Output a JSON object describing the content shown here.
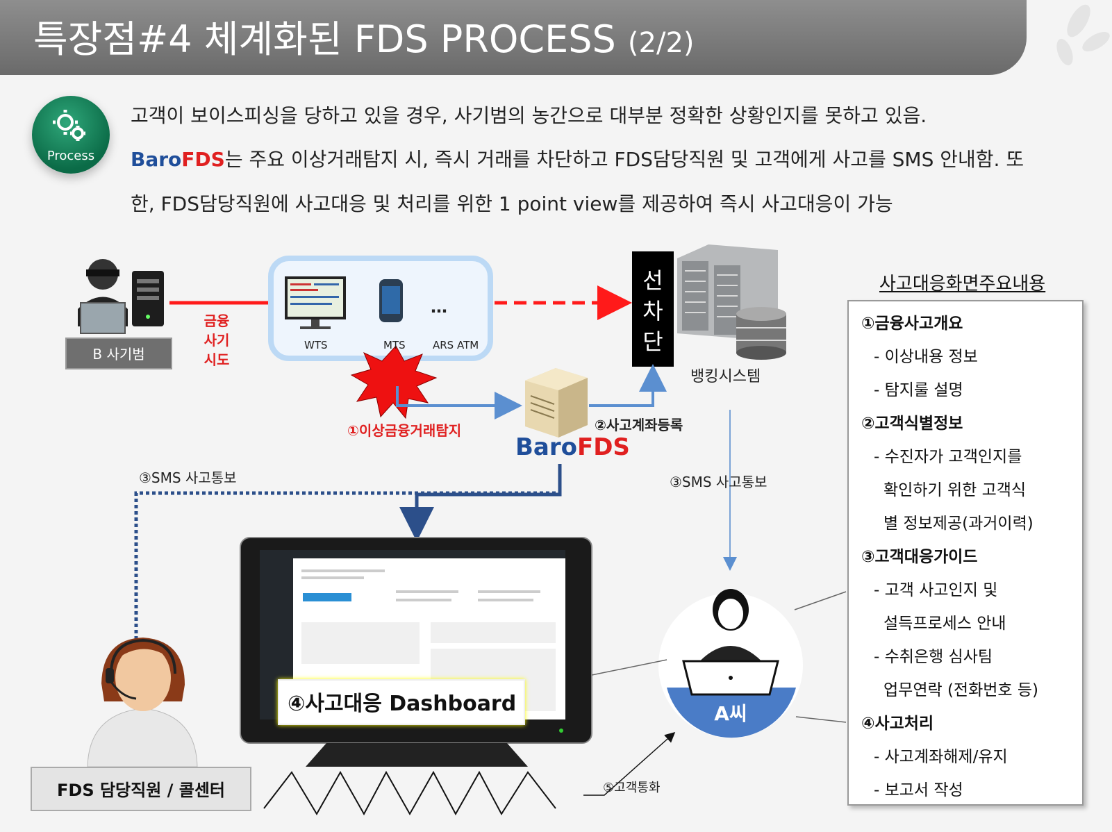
{
  "title": {
    "main": "특장점#4 체계화된 FDS PROCESS",
    "sub": "(2/2)"
  },
  "badge": {
    "label": "Process"
  },
  "intro": {
    "line1": "고객이 보이스피싱을 당하고 있을 경우, 사기범의 농간으로 대부분 정확한 상황인지를 못하고 있음.",
    "line2_brand_a": "Baro",
    "line2_brand_b": "FDS",
    "line2_rest": "는 주요 이상거래탐지 시, 즉시 거래를 차단하고 FDS담당직원 및 고객에게 사고를 SMS 안내함. 또",
    "line3": "한, FDS담당직원에 사고대응 및 처리를 위한 1 point view를 제공하여 즉시 사고대응이 가능"
  },
  "diagram": {
    "fraudster": "B 사기범",
    "attempt": [
      "금융",
      "사기",
      "시도"
    ],
    "channels": {
      "wts": "WTS",
      "mts": "MTS",
      "dots": "…",
      "ars_atm": "ARS ATM"
    },
    "block": [
      "선",
      "차",
      "단"
    ],
    "banking": "뱅킹시스템",
    "detect": "①이상금융거래탐지",
    "register": "②사고계좌등록",
    "brand_a": "Baro",
    "brand_b": "FDS",
    "sms_left": "③SMS 사고통보",
    "sms_right": "③SMS 사고통보",
    "dashboard": "④사고대응 Dashboard",
    "customer": "A씨",
    "call": "⑤고객통화",
    "agent": "FDS 담당직원 / 콜센터"
  },
  "panel": {
    "title": "사고대응화면주요내용",
    "items": [
      "①금융사고개요",
      "- 이상내용 정보",
      "- 탐지룰 설명",
      "②고객식별정보",
      "- 수진자가 고객인지를",
      "확인하기 위한 고객식",
      "별 정보제공(과거이력)",
      "③고객대응가이드",
      "- 고객 사고인지 및",
      "설득프로세스 안내",
      "- 수취은행 심사팀",
      "업무연락 (전화번호 등)",
      "④사고처리",
      "- 사고계좌해제/유지",
      "- 보고서 작성"
    ]
  },
  "colors": {
    "accent_red": "#e02020",
    "accent_blue": "#1f4e9a",
    "green": "#0b6b47"
  }
}
